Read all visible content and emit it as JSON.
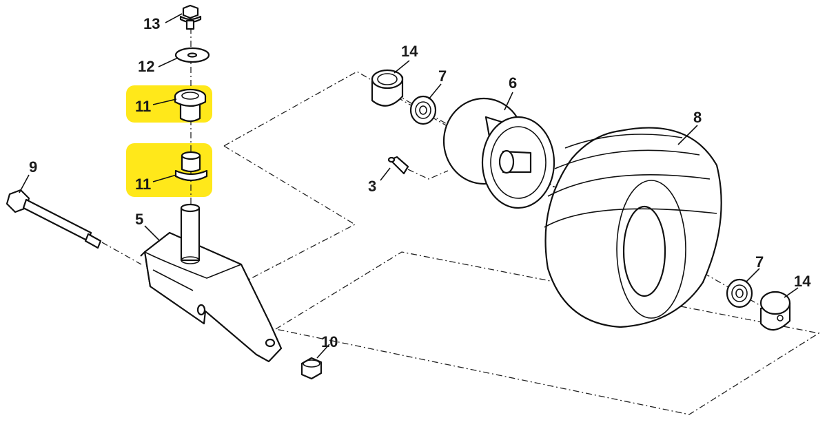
{
  "labels": {
    "p13": "13",
    "p12": "12",
    "p11_upper": "11",
    "p11_lower": "11",
    "p9": "9",
    "p5": "5",
    "p10": "10",
    "p3": "3",
    "p14_left": "14",
    "p7_left": "7",
    "p6": "6",
    "p8": "8",
    "p7_right": "7",
    "p14_right": "14"
  },
  "colors": {
    "highlight": "#ffe81a",
    "line": "#111111",
    "background": "#ffffff"
  }
}
